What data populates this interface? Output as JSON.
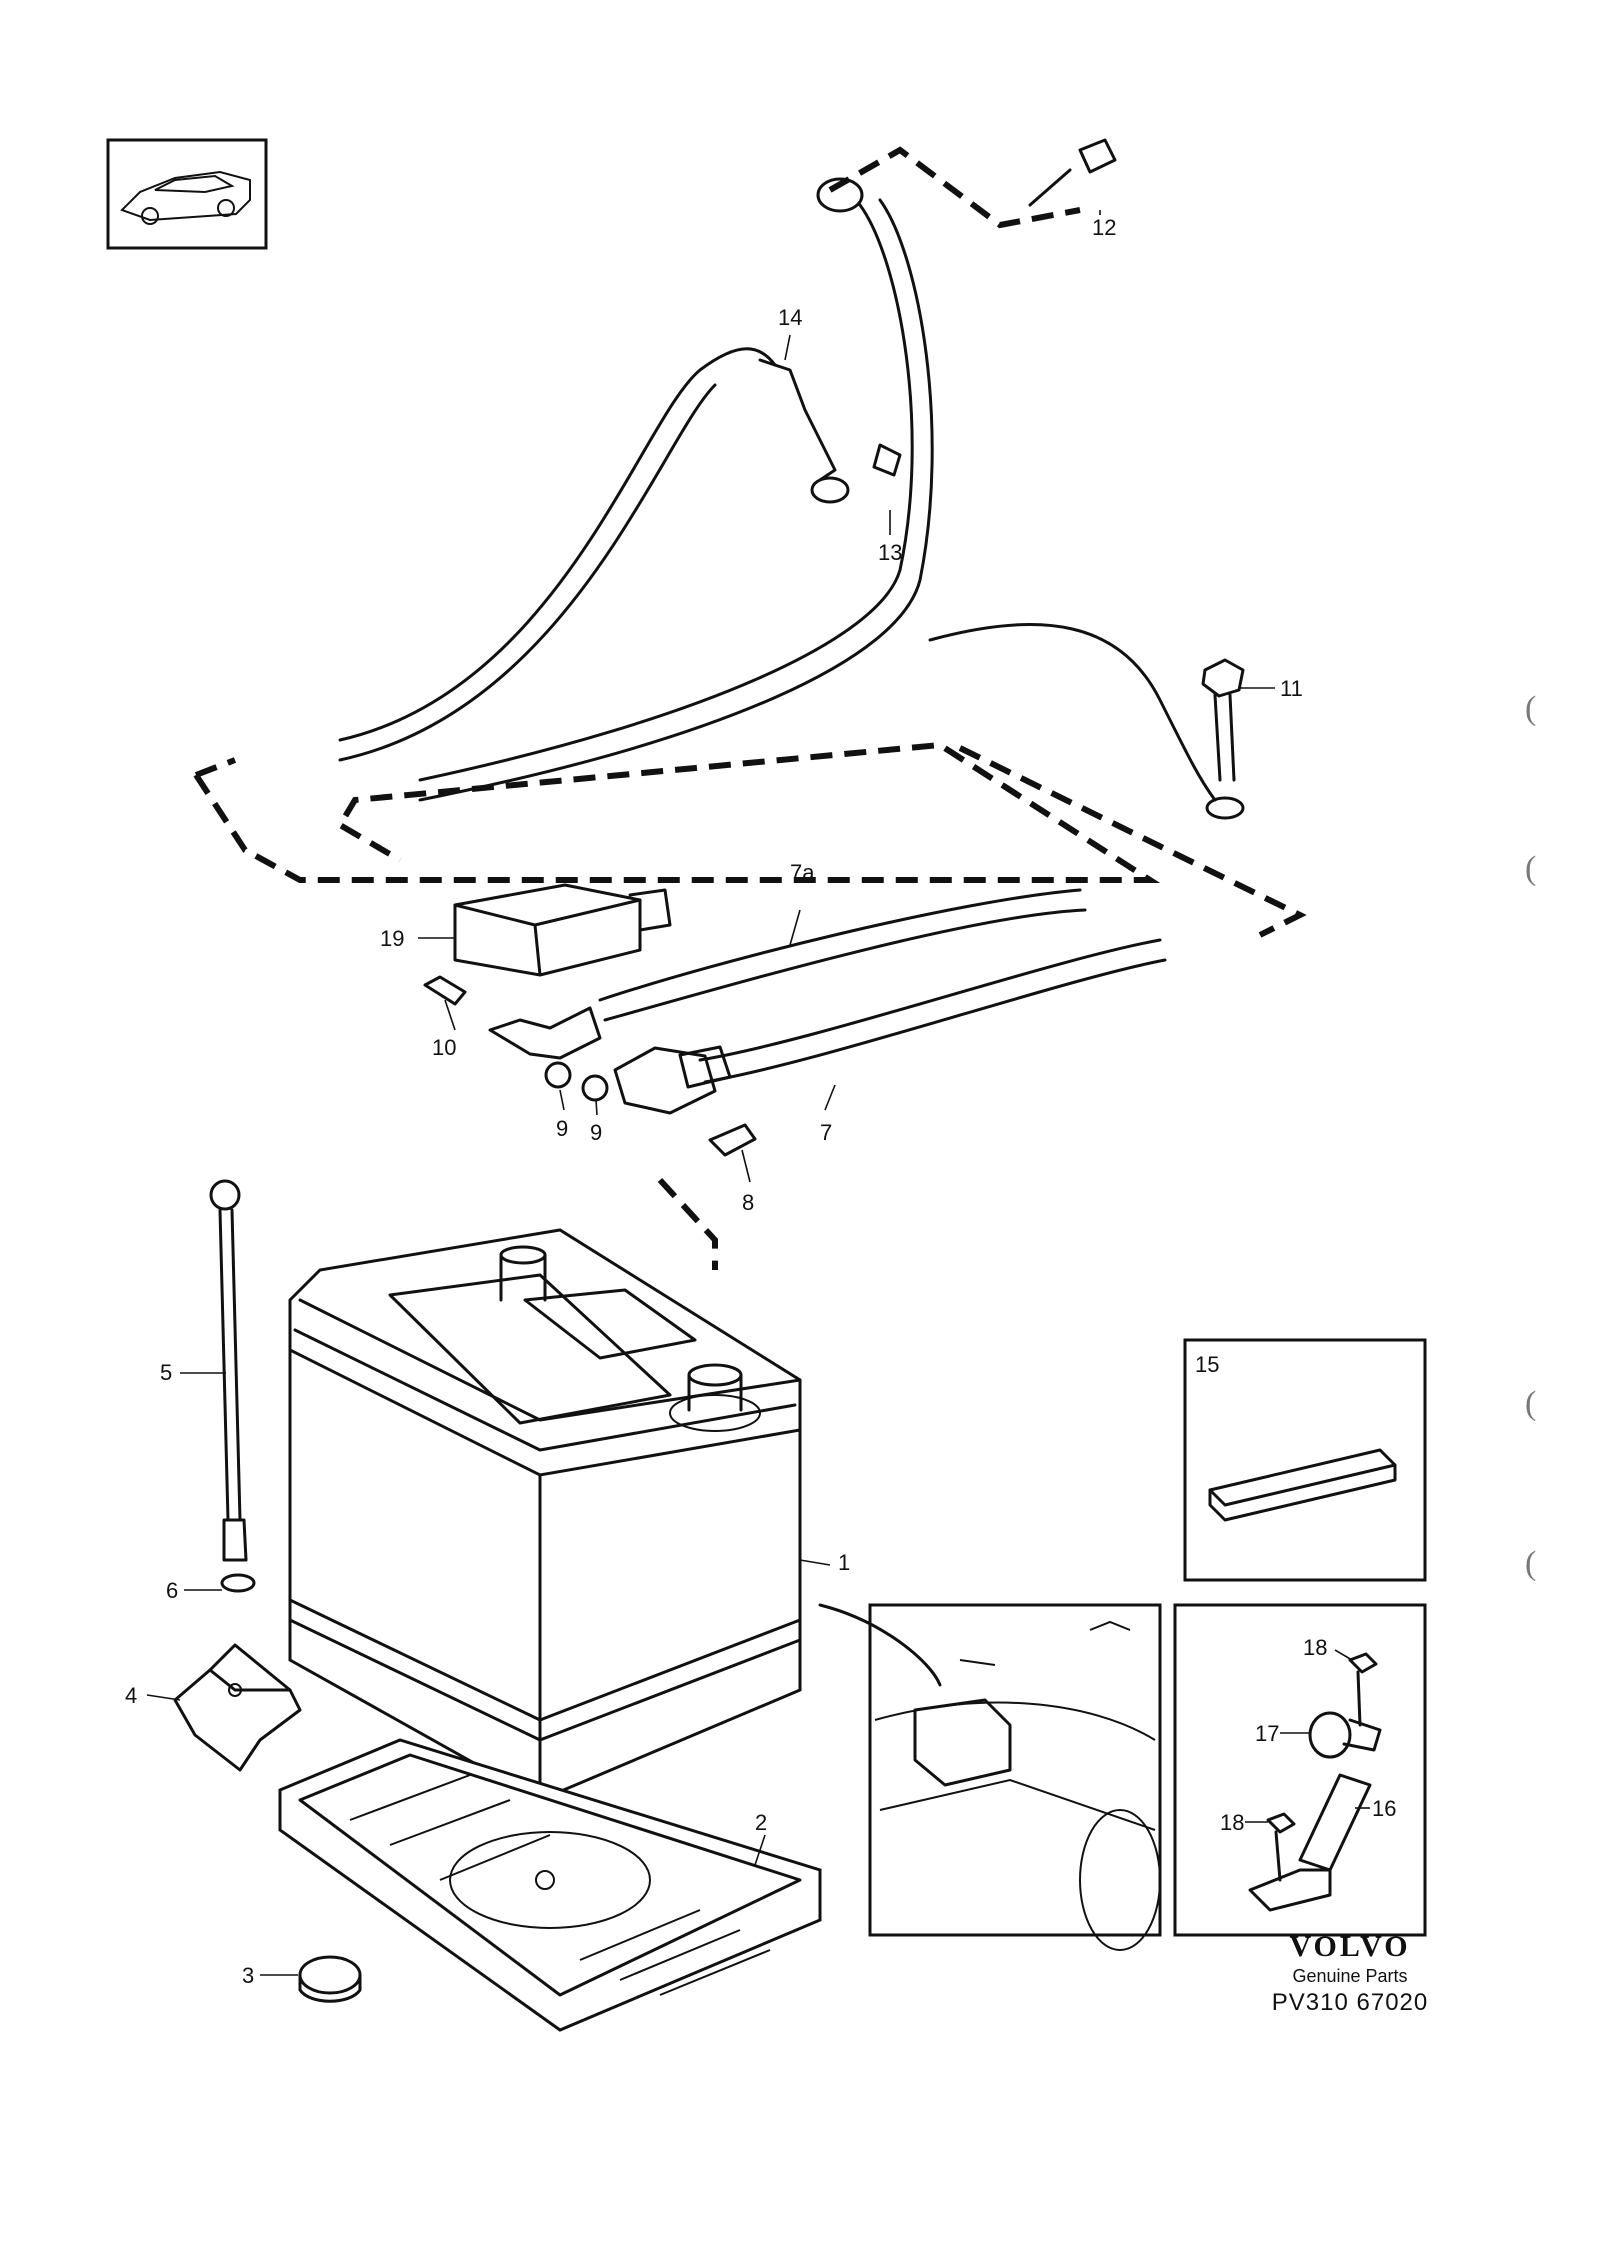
{
  "callouts": [
    {
      "id": "1",
      "label": "1"
    },
    {
      "id": "2",
      "label": "2"
    },
    {
      "id": "3",
      "label": "3"
    },
    {
      "id": "4",
      "label": "4"
    },
    {
      "id": "5",
      "label": "5"
    },
    {
      "id": "6",
      "label": "6"
    },
    {
      "id": "7",
      "label": "7"
    },
    {
      "id": "7a",
      "label": "7a"
    },
    {
      "id": "8",
      "label": "8"
    },
    {
      "id": "9a",
      "label": "9"
    },
    {
      "id": "9b",
      "label": "9"
    },
    {
      "id": "10",
      "label": "10"
    },
    {
      "id": "11",
      "label": "11"
    },
    {
      "id": "12",
      "label": "12"
    },
    {
      "id": "13",
      "label": "13"
    },
    {
      "id": "14",
      "label": "14"
    },
    {
      "id": "15",
      "label": "15"
    },
    {
      "id": "16",
      "label": "16"
    },
    {
      "id": "17",
      "label": "17"
    },
    {
      "id": "18a",
      "label": "18"
    },
    {
      "id": "18b",
      "label": "18"
    },
    {
      "id": "19",
      "label": "19"
    }
  ],
  "brand": {
    "logo": "VOLVO",
    "subtitle": "Genuine Parts",
    "code": "PV310 67020"
  }
}
